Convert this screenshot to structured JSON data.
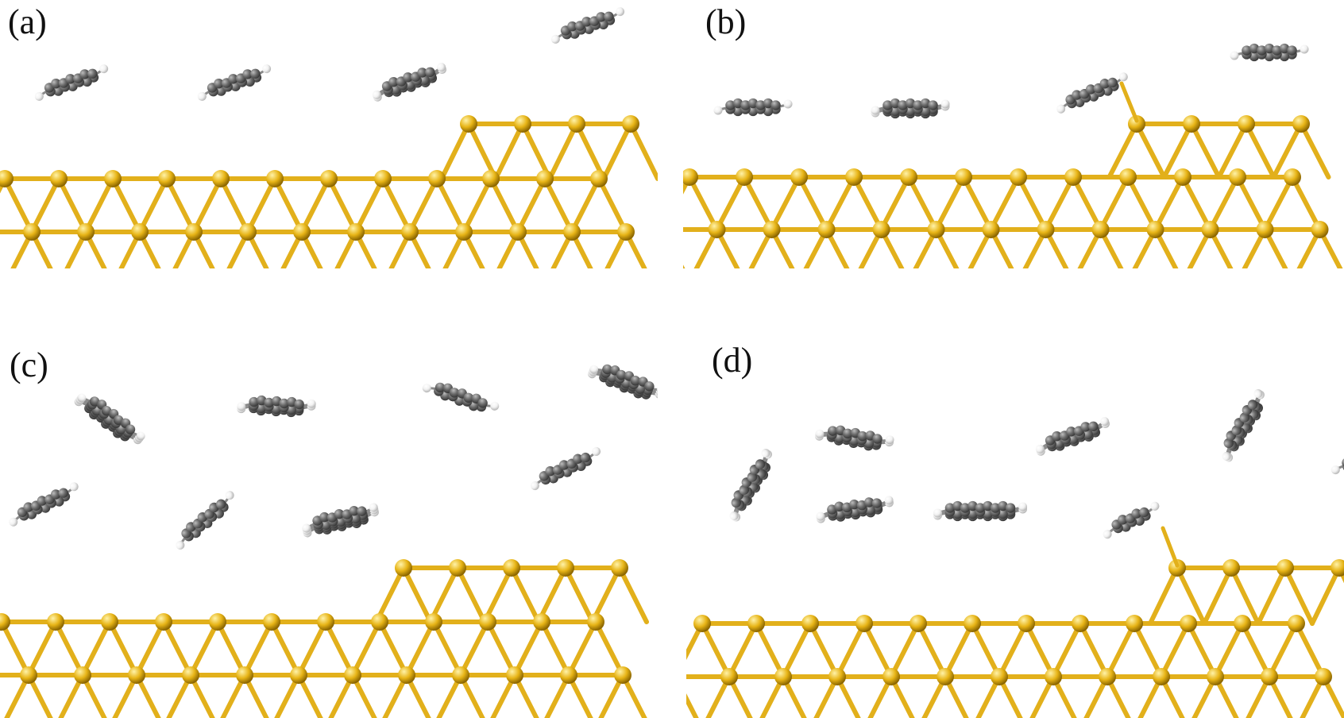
{
  "figure": {
    "panels": [
      {
        "id": "a",
        "label": "(a)",
        "has_step": true,
        "adsorbed_molecule": false
      },
      {
        "id": "b",
        "label": "(b)",
        "has_step": true,
        "adsorbed_molecule": true
      },
      {
        "id": "c",
        "label": "(c)",
        "has_step": true,
        "adsorbed_molecule": false
      },
      {
        "id": "d",
        "label": "(d)",
        "has_step": true,
        "adsorbed_molecule": true
      }
    ],
    "colors": {
      "gold_atom": "#e7b416",
      "gold_bond": "#e2b01b",
      "carbon_atom": "#6b6b6b",
      "hydrogen_atom": "#f2f2f2",
      "background": "#ffffff"
    }
  }
}
